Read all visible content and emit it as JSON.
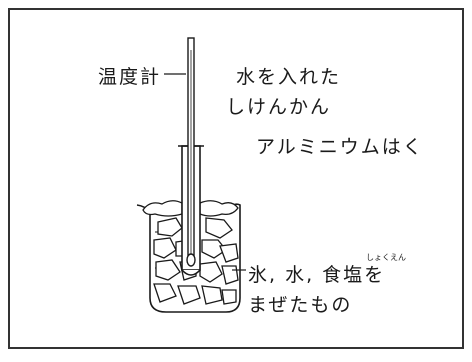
{
  "labels": {
    "thermometer": "温度計",
    "test_tube_line1": "水を入れた",
    "test_tube_line2": "しけんかん",
    "foil": "アルミニウムはく",
    "mixture_line1": "氷, 水, 食塩を",
    "mixture_line2": "まぜたもの",
    "shokuen_ruby": "しょくえん"
  },
  "colors": {
    "ink": "#1a1a1a",
    "frame": "#333333",
    "paper": "#ffffff"
  }
}
